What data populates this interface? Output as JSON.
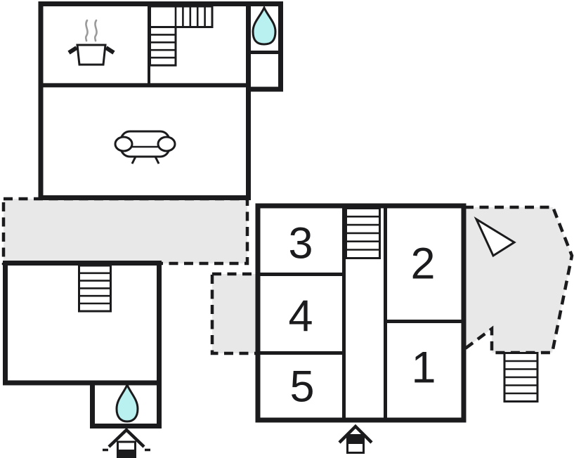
{
  "colors": {
    "wall": "#1b1b1d",
    "terrace": "#e8e8e8",
    "water": "#b8f1ef",
    "steam": "#9b9b9b",
    "label": "#1b1b1d",
    "background": "#ffffff"
  },
  "right_building": {
    "room_labels": [
      {
        "name": "room-3",
        "label": "3"
      },
      {
        "name": "room-2",
        "label": "2"
      },
      {
        "name": "room-4",
        "label": "4"
      },
      {
        "name": "room-5",
        "label": "5"
      },
      {
        "name": "room-1",
        "label": "1"
      }
    ]
  },
  "icons": {
    "kitchen": "cooking-pot-icon",
    "living_room": "sofa-icon",
    "bathroom": "water-drop-icon",
    "stairs": "stairs-icon",
    "entrance": "entrance-house-icon",
    "direction": "view-arrow-icon"
  }
}
